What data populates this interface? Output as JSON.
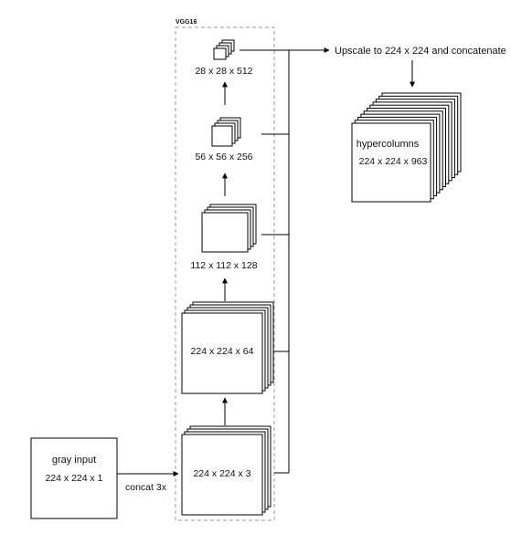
{
  "group_label": "VGG16",
  "input": {
    "title": "gray input",
    "dims": "224 x 224 x 1"
  },
  "concat_label": "concat 3x",
  "layers": [
    {
      "dims": "224 x 224 x 3"
    },
    {
      "dims": "224 x 224 x 64"
    },
    {
      "dims": "112 x 112 x 128"
    },
    {
      "dims": "56 x 56 x 256"
    },
    {
      "dims": "28 x 28 x 512"
    }
  ],
  "upscale_label": "Upscale to 224 x 224 and concatenate",
  "output": {
    "title": "hypercolumns",
    "dims": "224 x 224 x 963"
  }
}
